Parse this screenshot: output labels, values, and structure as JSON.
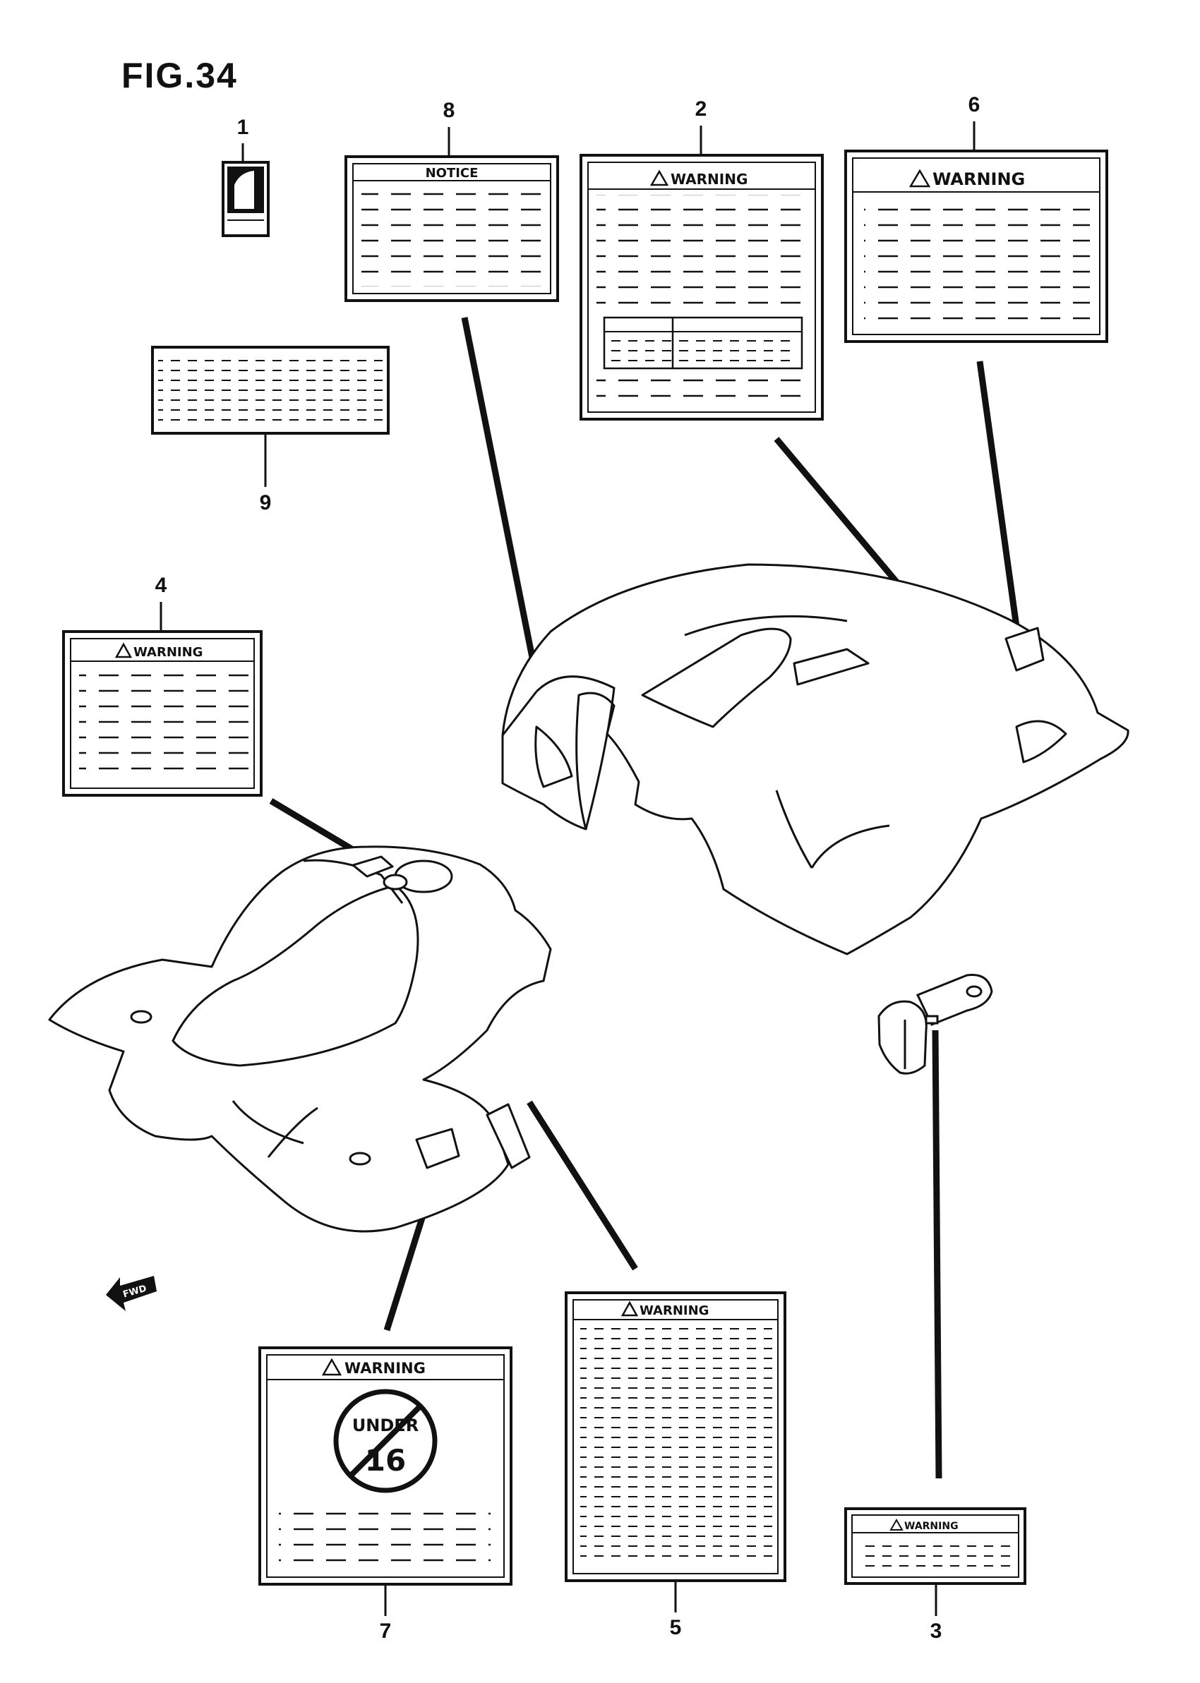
{
  "figure": {
    "title": "FIG.34"
  },
  "labels": {
    "notice": "NOTICE",
    "warning": "WARNING",
    "under16_top": "UNDER",
    "under16_num": "16",
    "fwd": "FWD"
  },
  "callouts": [
    "1",
    "8",
    "2",
    "6",
    "9",
    "4",
    "7",
    "5",
    "3"
  ]
}
